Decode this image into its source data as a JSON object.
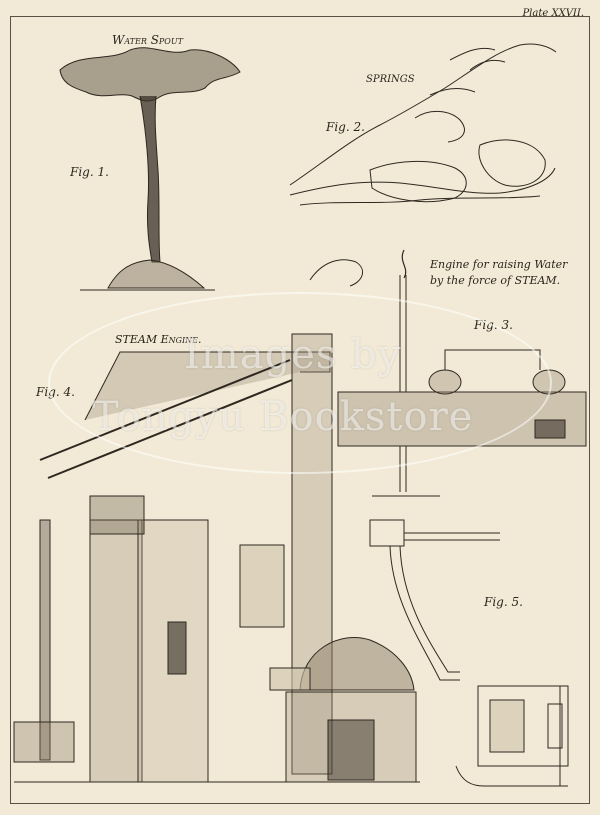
{
  "plate": {
    "number": "Plate XXVII."
  },
  "fig1": {
    "title": "Water Spout",
    "label": "Fig. 1."
  },
  "fig2": {
    "title": "SPRINGS",
    "label": "Fig. 2."
  },
  "fig3": {
    "caption_line1": "Engine for raising Water",
    "caption_line2": "by the force of STEAM.",
    "label": "Fig. 3."
  },
  "fig4": {
    "title": "STEAM Engine.",
    "label": "Fig. 4."
  },
  "fig5": {
    "label": "Fig. 5."
  },
  "watermark": {
    "line1": "Images by",
    "line2": "Tongyu Bookstore"
  },
  "colors": {
    "paper": "#f2ead6",
    "ink": "#2a241c",
    "watermark": "#ffffff"
  }
}
